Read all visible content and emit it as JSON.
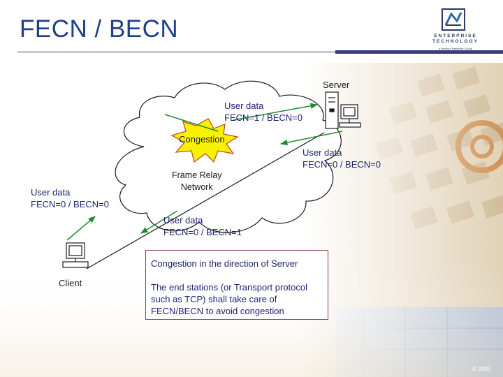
{
  "slide": {
    "title": "FECN / BECN",
    "copyright": "© 2002",
    "logo": {
      "line1": "ENTERPRISE",
      "line2": "TECHNOLOGY",
      "subline": "a Harbour Networks Group"
    }
  },
  "diagram": {
    "server_label": "Server",
    "client_label": "Client",
    "network_label": "Frame Relay\nNetwork",
    "congestion_label": "Congestion",
    "msg_to_server": "User data\nFECN=1 / BECN=0",
    "msg_from_server": "User data\nFECN=0 / BECN=0",
    "msg_from_client": "User data\nFECN=0 / BECN=0",
    "msg_to_client": "User data\nFECN=0 / BECN=1"
  },
  "note": {
    "title": "Congestion in the direction of Server",
    "body": "The end stations (or Transport protocol such as TCP) shall take care of FECN/BECN to avoid congestion"
  },
  "colors": {
    "title": "#1e3f8e",
    "text": "#1e2470",
    "arrow": "#1f8a2a",
    "box_border": "#8c3a70",
    "burst": "#f8f200"
  }
}
